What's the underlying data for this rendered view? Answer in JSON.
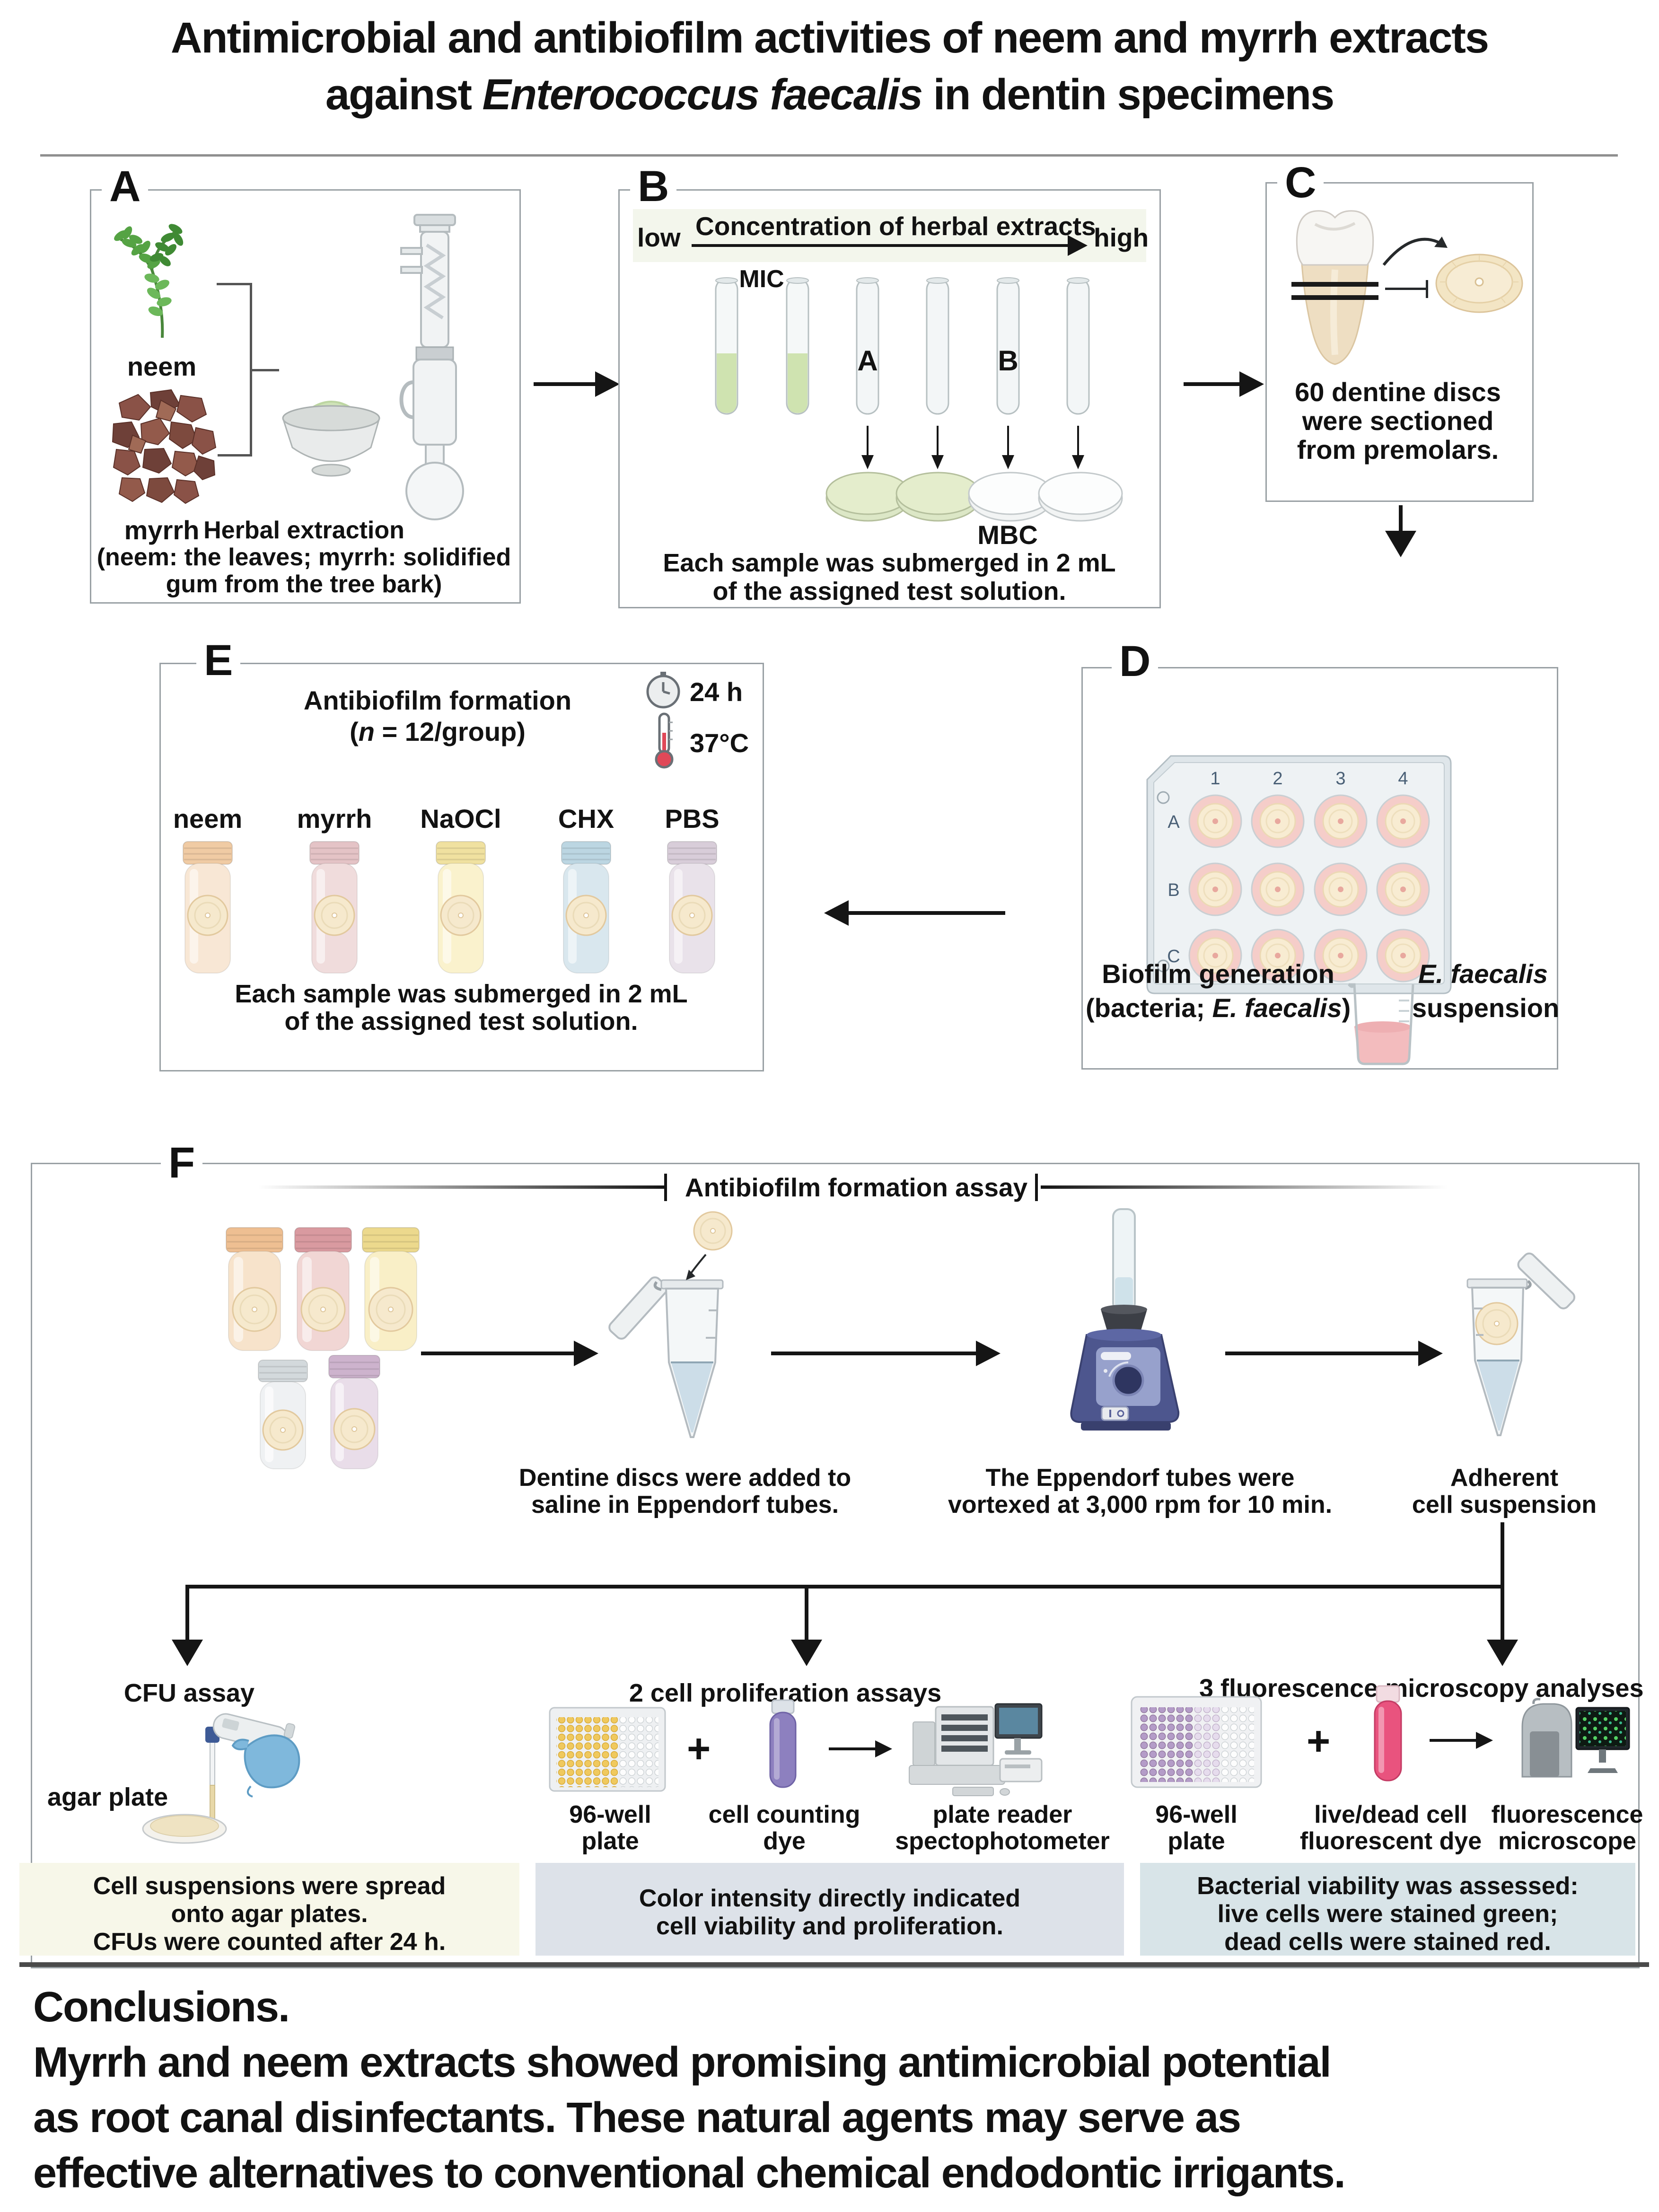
{
  "title": {
    "line1": "Antimicrobial and antibiofilm activities of neem and myrrh extracts",
    "line2_pre": "against ",
    "line2_italic": "Enterococcus faecalis",
    "line2_post": " in dentin specimens"
  },
  "panelA": {
    "label": "A",
    "neem": "neem",
    "myrrh": "myrrh",
    "cap1": "Herbal extraction",
    "cap2": "(neem: the leaves; myrrh: solidified",
    "cap3": "gum from the tree bark)"
  },
  "panelB": {
    "label": "B",
    "low": "low",
    "axis": "Concentration of herbal extracts",
    "high": "high",
    "mic": "MIC",
    "tubeA": "A",
    "tubeB": "B",
    "mbc": "MBC",
    "cap1": "Each sample was submerged in 2 mL",
    "cap2": "of the assigned test solution."
  },
  "panelC": {
    "label": "C",
    "cap1": "60 dentine discs",
    "cap2": "were sectioned",
    "cap3": "from premolars."
  },
  "panelD": {
    "label": "D",
    "cols": [
      "1",
      "2",
      "3",
      "4"
    ],
    "rows": [
      "A",
      "B",
      "C"
    ],
    "cap1": "Biofilm generation",
    "cap2_pre": "(bacteria; ",
    "cap2_italic": "E. faecalis",
    "cap2_post": ")",
    "beaker1": "E. faecalis",
    "beaker2": "suspension"
  },
  "panelE": {
    "label": "E",
    "title1": "Antibiofilm formation",
    "t2_pre": "(",
    "t2_italic": "n",
    "t2_post": " = 12/group)",
    "time": "24 h",
    "temp": "37°C",
    "tubes": [
      "neem",
      "myrrh",
      "NaOCl",
      "CHX",
      "PBS"
    ],
    "cap1": "Each sample was submerged in 2 mL",
    "cap2": "of the assigned test solution."
  },
  "panelF": {
    "label": "F",
    "header": "Antibiofilm formation assay",
    "step1a": "Dentine discs were added to",
    "step1b": "saline in Eppendorf tubes.",
    "step2a": "The Eppendorf tubes were",
    "step2b": "vortexed at 3,000 rpm for 10 min.",
    "step3a": "Adherent",
    "step3b": "cell suspension",
    "cfu": {
      "header": "CFU assay",
      "agar": "agar plate",
      "box1": "Cell suspensions were spread",
      "box2": "onto agar plates.",
      "box3": "CFUs were counted after 24 h."
    },
    "prolif": {
      "header": "2 cell proliferation assays",
      "plus": "+",
      "l1a": "96-well",
      "l1b": "plate",
      "l2a": "cell counting",
      "l2b": "dye",
      "l3a": "plate reader",
      "l3b": "spectophotometer",
      "box1": "Color intensity directly indicated",
      "box2": "cell viability and proliferation."
    },
    "fluor": {
      "header": "3 fluorescence microscopy analyses",
      "plus": "+",
      "l1a": "96-well",
      "l1b": "plate",
      "l2a": "live/dead cell",
      "l2b": "fluorescent dye",
      "l3a": "fluorescence",
      "l3b": "microscope",
      "box1": "Bacterial viability was assessed:",
      "box2": "live cells were stained green;",
      "box3": "dead cells were stained red."
    }
  },
  "conclusions": {
    "heading": "Conclusions.",
    "line1": "Myrrh and neem extracts showed promising antimicrobial potential",
    "line2": "as root canal disinfectants. These natural agents may serve as",
    "line3": "effective alternatives to conventional chemical endodontic irrigants."
  },
  "colors": {
    "tube_neem": "#f8e7d5",
    "tube_myrrh": "#f0dcdc",
    "tube_naocl": "#faf2cd",
    "tube_chx": "#d9e7ee",
    "tube_pbs": "#e9e2ea",
    "well_pink": "#f5cdc9",
    "disc_beige": "#f6e9cd",
    "suspension_pink": "#f3bcbe",
    "box_cfu_bg": "#f7f7e9",
    "box_prolif_bg": "#dde2e9",
    "box_fluor_bg": "#d8e4e8",
    "live_green": "#54d364",
    "dead_red": "#e04858",
    "dye_purple": "#8d80bf",
    "dye_pink": "#e9537e"
  }
}
